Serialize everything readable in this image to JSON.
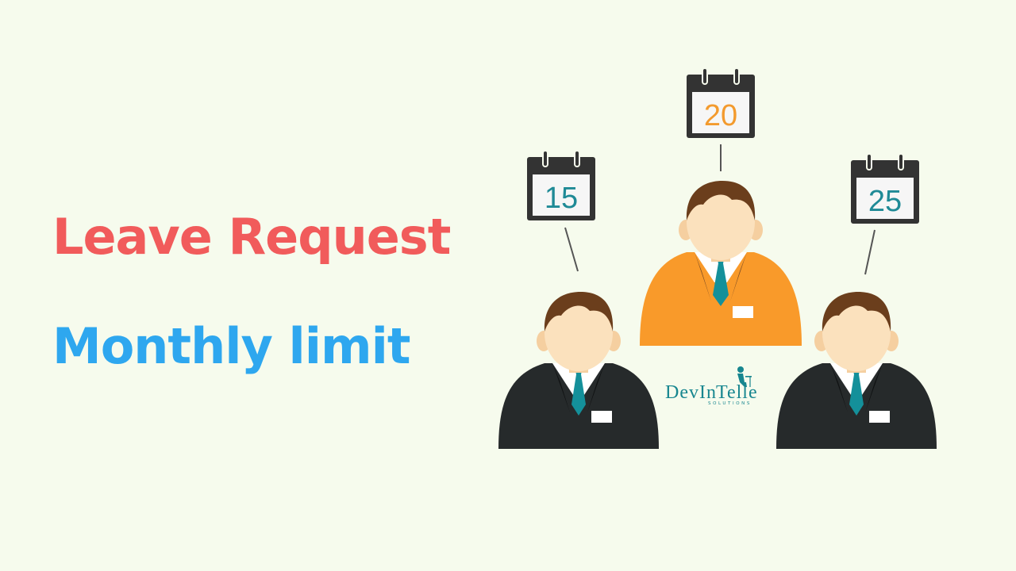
{
  "headline": {
    "line1": "Leave Request",
    "line2": "Monthly limit"
  },
  "calendars": [
    {
      "number": "15",
      "color": "#1f8a96"
    },
    {
      "number": "20",
      "color": "#f39a2e"
    },
    {
      "number": "25",
      "color": "#1f8a96"
    }
  ],
  "logo": {
    "dev": "DevIn",
    "telle": "Telle",
    "sub": "SOLUTIONS"
  },
  "colors": {
    "background": "#f6fbed",
    "title_red": "#f15b5b",
    "title_blue": "#2ea7ef",
    "suit_black": "#262a2b",
    "suit_orange": "#f99a2a",
    "tie_teal": "#14909a",
    "hair": "#6b3e1c",
    "skin": "#fbe1bd"
  },
  "icons": [
    "calendar-icon",
    "businessman-icon",
    "company-logo"
  ]
}
